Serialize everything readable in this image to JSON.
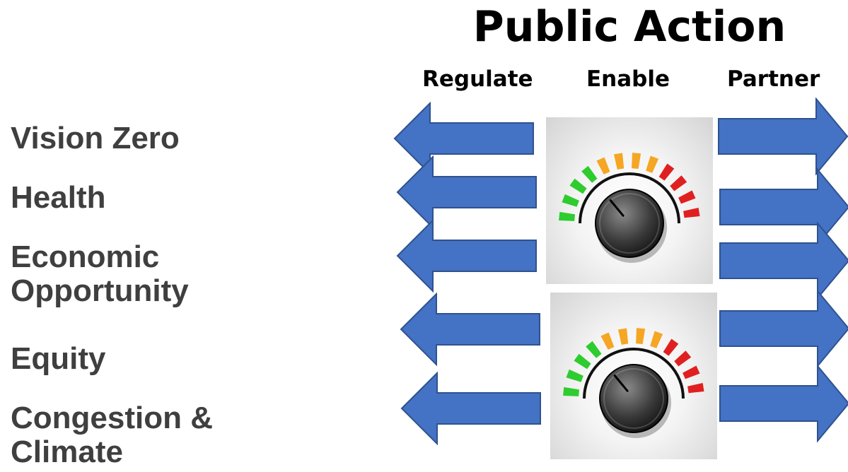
{
  "title": "Public Action",
  "columns": {
    "left": "Regulate",
    "center": "Enable",
    "right": "Partner"
  },
  "goals": [
    "Vision Zero",
    "Health",
    "Economic Opportunity",
    "Equity",
    "Congestion & Climate"
  ],
  "colors": {
    "arrow_fill": "#4472c4",
    "arrow_stroke": "#2f528f",
    "goal_text": "#3f3f3f",
    "dial_green": "#2ecc2e",
    "dial_orange": "#f5a623",
    "dial_red": "#e02020"
  },
  "icons": {
    "dial": "dial-knob-icon"
  }
}
